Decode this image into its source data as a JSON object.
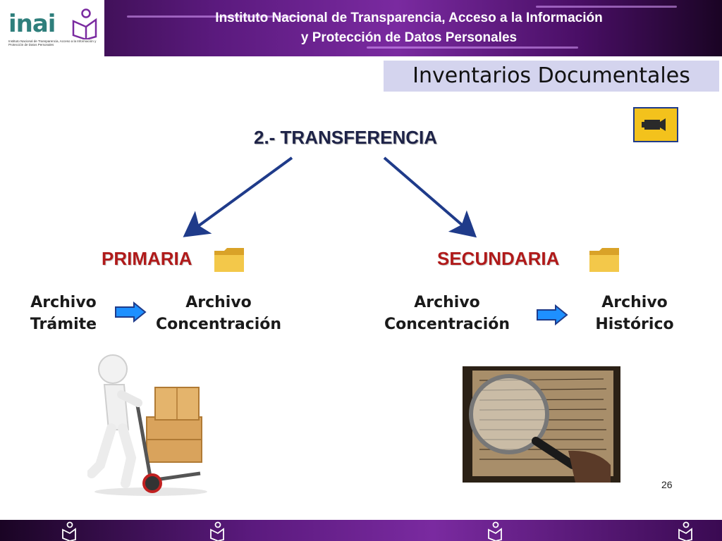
{
  "header": {
    "logo_text": "inai",
    "logo_subtitle": "Instituto Nacional de Transparencia, Acceso a la Información y Protección de Datos Personales",
    "title_line1": "Instituto Nacional de Transparencia, Acceso a la Información",
    "title_line2": "y Protección de Datos Personales"
  },
  "section_title": "Inventarios Documentales",
  "main_heading": "2.- TRANSFERENCIA",
  "branches": {
    "primary": {
      "label": "PRIMARIA",
      "from_line1": "Archivo",
      "from_line2": "Trámite",
      "to_line1": "Archivo",
      "to_line2": "Concentración"
    },
    "secondary": {
      "label": "SECUNDARIA",
      "from_line1": "Archivo",
      "from_line2": "Concentración",
      "to_line1": "Archivo",
      "to_line2": "Histórico"
    }
  },
  "page_number": "26",
  "colors": {
    "header_purple": "#5b1a7e",
    "branch_red": "#b01a1a",
    "heading_navy": "#1e2348",
    "arrow_blue": "#1f3b8a",
    "title_box": "#d4d4ee",
    "logo_teal": "#2f7f7c",
    "video_button": "#f3c21c"
  },
  "icons": {
    "video": "video-camera-icon",
    "folder": "folder-icon",
    "flow": "right-arrow-icon"
  }
}
